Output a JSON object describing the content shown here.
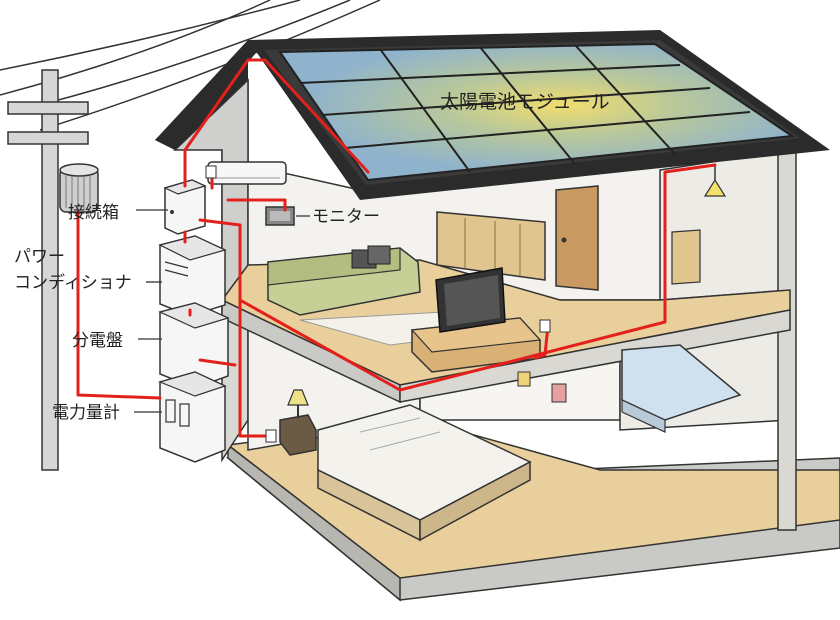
{
  "labels": {
    "solar_module": "太陽電池モジュール",
    "monitor": "モニター",
    "junction_box": "接続箱",
    "power_conditioner_line1": "パワー",
    "power_conditioner_line2": "コンディショナ",
    "distribution_board": "分電盤",
    "power_meter": "電力量計"
  },
  "colors": {
    "wire": "#e3201b",
    "panel": "#8fb3cc",
    "panel_glow": "#e8d36a",
    "roof": "#2b2b2b",
    "floor": "#e8cf9c",
    "wall": "#f3f2ee",
    "wall_side": "#d9d8d3"
  }
}
